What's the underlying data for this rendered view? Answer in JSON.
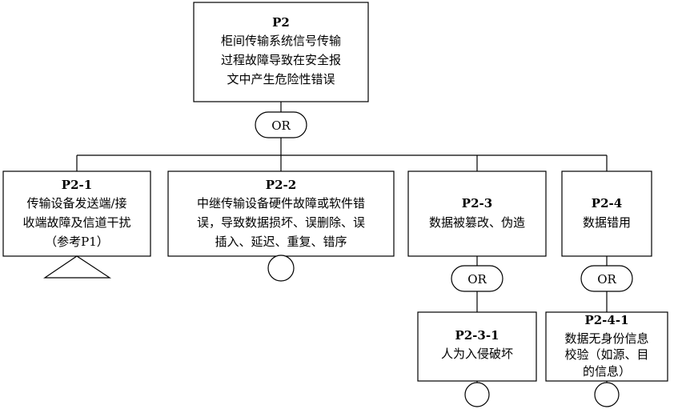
{
  "nodes": {
    "p2": {
      "id": "P2",
      "lines": [
        "柜间传输系统信号传输",
        "过程故障导致在安全报",
        "文中产生危险性错误"
      ]
    },
    "p2_1": {
      "id": "P2-1",
      "lines": [
        "传输设备发送端/接",
        "收端故障及信道干扰",
        "（参考P1）"
      ]
    },
    "p2_2": {
      "id": "P2-2",
      "lines": [
        "中继传输设备硬件故障或软件错",
        "误，导致数据损坏、误删除、误",
        "插入、延迟、重复、错序"
      ]
    },
    "p2_3": {
      "id": "P2-3",
      "lines": [
        "数据被篡改、伪造"
      ]
    },
    "p2_4": {
      "id": "P2-4",
      "lines": [
        "数据错用"
      ]
    },
    "p2_3_1": {
      "id": "P2-3-1",
      "lines": [
        "人为入侵破坏"
      ]
    },
    "p2_4_1": {
      "id": "P2-4-1",
      "lines": [
        "数据无身份信息",
        "校验（如源、目",
        "的信息）"
      ]
    }
  },
  "gates": {
    "g_top": "OR",
    "g_p2_3": "OR",
    "g_p2_4": "OR"
  }
}
